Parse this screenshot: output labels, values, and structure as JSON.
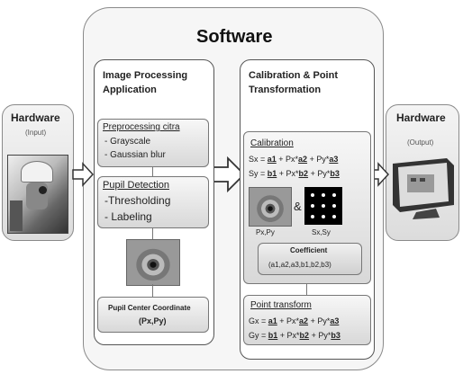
{
  "software": {
    "title": "Software"
  },
  "hardware_in": {
    "title": "Hardware",
    "sub": "(Input)"
  },
  "hardware_out": {
    "title": "Hardware",
    "sub": "(Output)"
  },
  "image_processing": {
    "title_line1": "Image Processing",
    "title_line2": "Application",
    "preprocessing": {
      "title": "Preprocessing citra",
      "items": [
        "- Grayscale",
        "- Gaussian blur"
      ]
    },
    "pupil_detection": {
      "title": "Pupil Detection",
      "items": [
        "-Thresholding",
        "- Labeling"
      ]
    },
    "pupil_center": {
      "title": "Pupil Center Coordinate",
      "value": "(Px,Py)"
    }
  },
  "calibration_panel": {
    "title_line1": "Calibration & Point",
    "title_line2": "Transformation",
    "calibration": {
      "title": "Calibration",
      "eq1": {
        "lhs": "Sx = ",
        "a1": "a1",
        "mid1": " + Px*",
        "a2": "a2",
        "mid2": " + Py*",
        "a3": "a3"
      },
      "eq2": {
        "lhs": "Sy = ",
        "b1": "b1",
        "mid1": " + Px*",
        "b2": "b2",
        "mid2": " + Py*",
        "b3": "b3"
      },
      "ampersand": "&",
      "label_p": "Px,Py",
      "label_s": "Sx,Sy",
      "coefficient_title": "Coefficient",
      "coefficient_values": "(a1,a2,a3,b1,b2,b3)"
    },
    "point_transform": {
      "title": "Point transform",
      "eq1": {
        "lhs": "Gx = ",
        "a1": "a1",
        "mid1": " + Px*",
        "a2": "a2",
        "mid2": " + Py*",
        "a3": "a3"
      },
      "eq2": {
        "lhs": "Gy = ",
        "b1": "b1",
        "mid1": " + Px*",
        "b2": "b2",
        "mid2": " + Py*",
        "b3": "b3"
      }
    }
  },
  "colors": {
    "border": "#555555",
    "box_fill": "#e2e2e2"
  }
}
